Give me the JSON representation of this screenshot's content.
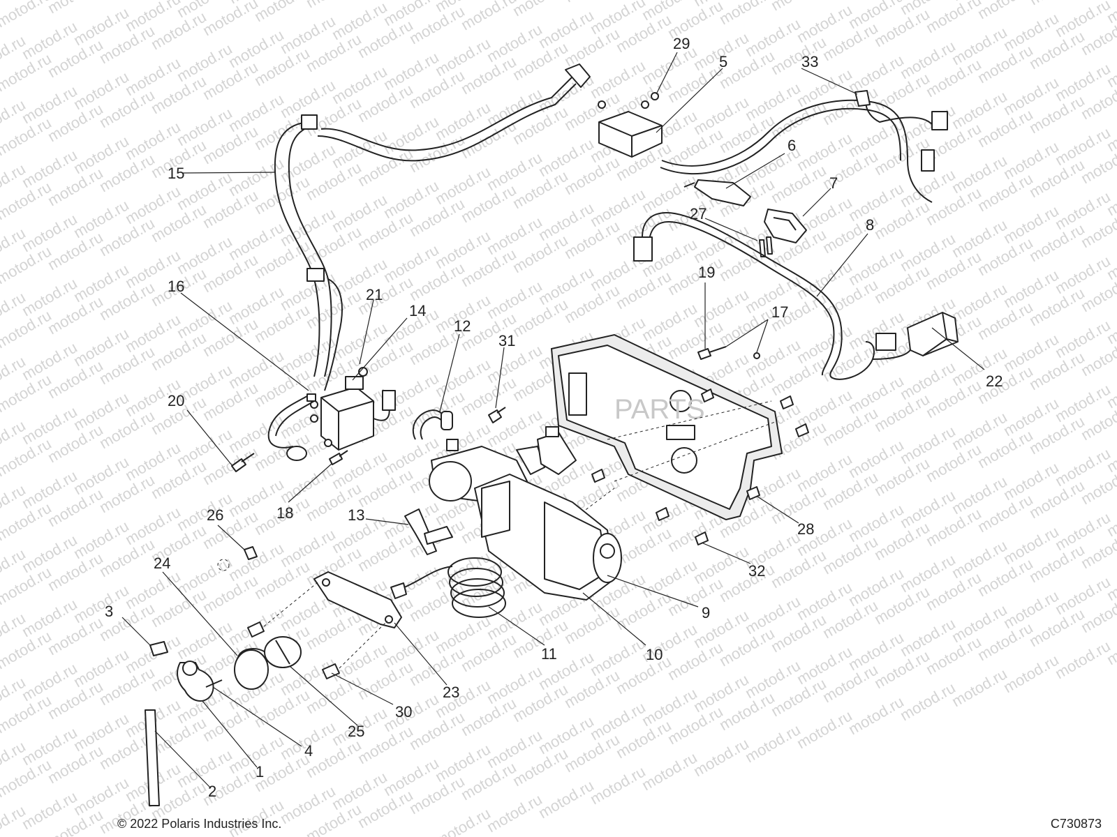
{
  "watermark": "motod.ru",
  "copyright": "© 2022 Polaris Industries Inc.",
  "figure_code": "C730873",
  "plate_text": "PARTS",
  "callouts": [
    "1",
    "2",
    "3",
    "4",
    "5",
    "6",
    "7",
    "8",
    "9",
    "10",
    "11",
    "12",
    "13",
    "14",
    "15",
    "16",
    "17",
    "18",
    "19",
    "20",
    "21",
    "22",
    "23",
    "24",
    "25",
    "26",
    "27",
    "28",
    "29",
    "30",
    "31",
    "32",
    "33"
  ]
}
